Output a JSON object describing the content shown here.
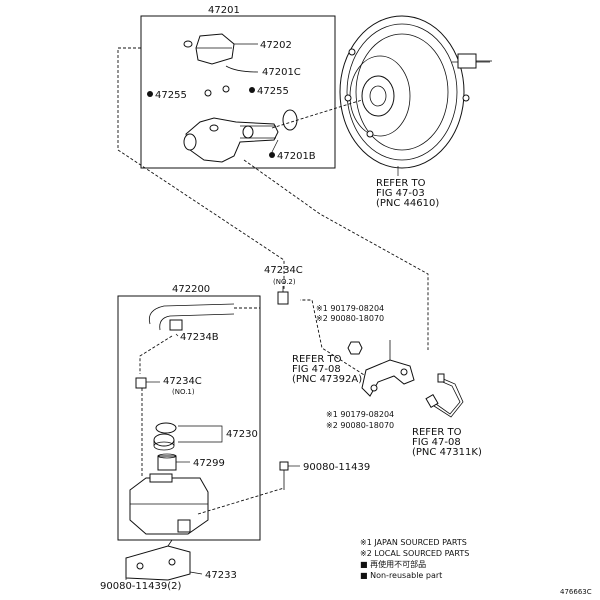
{
  "assemblies": {
    "upper": "47201",
    "lower": "472200"
  },
  "parts": {
    "p47202": "47202",
    "p47201C": "47201C",
    "p47255_left": "47255",
    "p47255_right": "47255",
    "p47201B": "47201B",
    "p47234C_top": "47234C",
    "p47234C_top_note": "(NO.2)",
    "p47234B": "47234B",
    "p47234C_mid": "47234C",
    "p47234C_mid_note": "(NO.1)",
    "p47230": "47230",
    "p47299": "47299",
    "p47233": "47233",
    "screw_right": "90080-11439",
    "screw_bottom": "90080-11439(2)"
  },
  "notes": {
    "upper_pair_1": "※1 90179-08204",
    "upper_pair_2": "※2 90080-18070",
    "lower_pair_1": "※1 90179-08204",
    "lower_pair_2": "※2 90080-18070"
  },
  "refs": {
    "booster": [
      "REFER TO",
      "FIG 47-03",
      "(PNC 44610)"
    ],
    "mid": [
      "REFER TO",
      "FIG 47-08",
      "(PNC 47392A)"
    ],
    "right": [
      "REFER TO",
      "FIG 47-08",
      "(PNC 47311K)"
    ]
  },
  "legend": {
    "line1": "※1 JAPAN SOURCED PARTS",
    "line2": "※2 LOCAL SOURCED PARTS",
    "line3": "■ 再使用不可部品",
    "line4": "■ Non-reusable part"
  },
  "figure_id": "476663C"
}
